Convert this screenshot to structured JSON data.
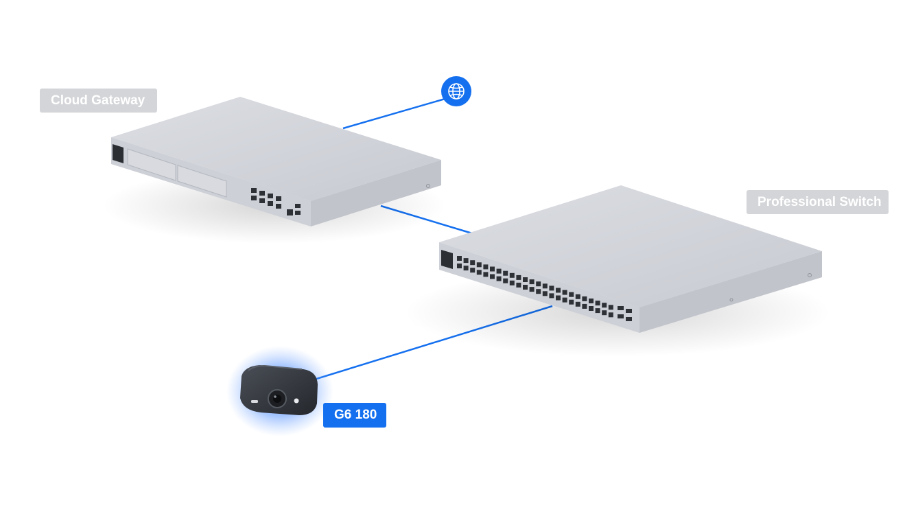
{
  "devices": {
    "gateway": {
      "label": "Cloud Gateway"
    },
    "switch": {
      "label": "Professional Switch"
    },
    "camera": {
      "label": "G6 180"
    }
  },
  "internet": {
    "icon": "globe-icon"
  },
  "colors": {
    "accent": "#1570ef",
    "link": "#1570ef",
    "chassis_top": "#d9dbe0",
    "chassis_front": "#c9ccd2",
    "label_inactive": "#d4d5d8",
    "camera_body": "#3a3d44",
    "camera_glow": "#4f8dff"
  }
}
